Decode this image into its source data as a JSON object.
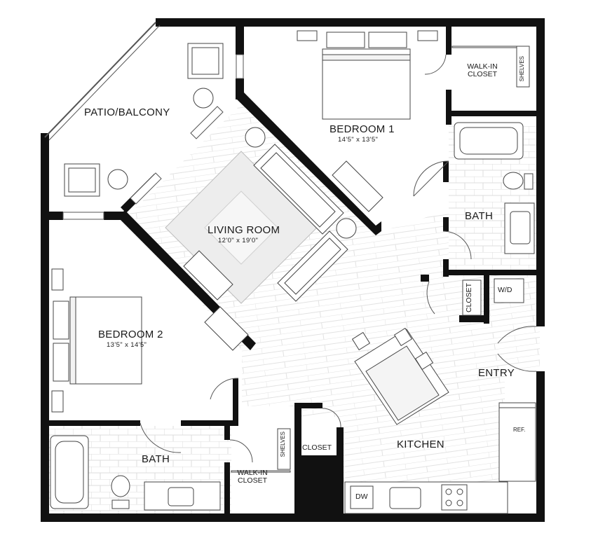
{
  "rooms": {
    "patio": {
      "name": "PATIO/BALCONY"
    },
    "bedroom1": {
      "name": "BEDROOM 1",
      "size": "14'5\" x 13'5\""
    },
    "living": {
      "name": "LIVING ROOM",
      "size": "12'0\" x 19'0\""
    },
    "bedroom2": {
      "name": "BEDROOM 2",
      "size": "13'5\" x 14'5\""
    },
    "bath1": {
      "name": "BATH"
    },
    "bath2": {
      "name": "BATH"
    },
    "closet1": {
      "name": "WALK-IN CLOSET"
    },
    "closet2": {
      "name": "WALK-IN CLOSET"
    },
    "closet_hall": {
      "name": "CLOSET"
    },
    "closet_kitchen": {
      "name": "CLOSET"
    },
    "entry": {
      "name": "ENTRY"
    },
    "kitchen": {
      "name": "KITCHEN"
    }
  },
  "fixtures": {
    "washer_dryer": "W/D",
    "shelves_top": "SHELVES",
    "shelves_bottom": "SHELVES",
    "refrigerator": "REF.",
    "dishwasher": "DW"
  },
  "colors": {
    "wall": "#111111",
    "line": "#555555",
    "floor": "#e6e6e6",
    "background": "#ffffff"
  }
}
